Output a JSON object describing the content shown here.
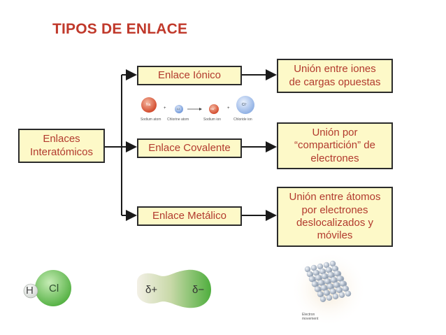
{
  "title": "TIPOS DE ENLACE",
  "source": {
    "line1": "Enlaces",
    "line2": "Interatómicos"
  },
  "bonds": [
    {
      "label": "Enlace Iónico",
      "description": [
        "Unión entre iones",
        "de cargas opuestas"
      ]
    },
    {
      "label": "Enlace Covalente",
      "description": [
        "Unión por",
        "“compartición” de",
        "electrones"
      ]
    },
    {
      "label": "Enlace Metálico",
      "description": [
        "Unión entre átomos",
        "por electrones",
        "deslocalizados y",
        "móviles"
      ]
    }
  ],
  "ionic_illustration": {
    "na_symbol": "Na",
    "cl_symbol": "Cl",
    "na_ion_symbol": "Na⁺",
    "cl_ion_symbol": "Cl⁻",
    "plus": "+",
    "labels": [
      "Sodium atom",
      "Chlorine atom",
      "Sodium ion",
      "Chloride ion"
    ]
  },
  "hcl": {
    "h": "H",
    "cl": "Cl"
  },
  "dipole": {
    "positive": "δ+",
    "negative": "δ−"
  },
  "metal": {
    "electron_label_1": "Electron",
    "electron_label_2": "movement"
  },
  "colors": {
    "title": "#c0392b",
    "box_fill": "#fdf9c8",
    "box_text": "#b23a2e",
    "border": "#2b2b2b"
  }
}
